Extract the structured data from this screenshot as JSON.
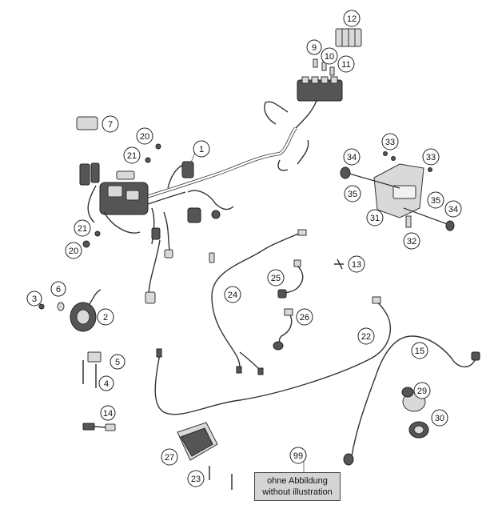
{
  "callouts": [
    {
      "id": "c12",
      "label": "12"
    },
    {
      "id": "c9",
      "label": "9"
    },
    {
      "id": "c10",
      "label": "10"
    },
    {
      "id": "c11",
      "label": "11"
    },
    {
      "id": "c7",
      "label": "7"
    },
    {
      "id": "c20a",
      "label": "20"
    },
    {
      "id": "c1",
      "label": "1"
    },
    {
      "id": "c21a",
      "label": "21"
    },
    {
      "id": "c33a",
      "label": "33"
    },
    {
      "id": "c34a",
      "label": "34"
    },
    {
      "id": "c33b",
      "label": "33"
    },
    {
      "id": "c35a",
      "label": "35"
    },
    {
      "id": "c35b",
      "label": "35"
    },
    {
      "id": "c34b",
      "label": "34"
    },
    {
      "id": "c31",
      "label": "31"
    },
    {
      "id": "c32",
      "label": "32"
    },
    {
      "id": "c21b",
      "label": "21"
    },
    {
      "id": "c20b",
      "label": "20"
    },
    {
      "id": "c13",
      "label": "13"
    },
    {
      "id": "c25",
      "label": "25"
    },
    {
      "id": "c24",
      "label": "24"
    },
    {
      "id": "c3",
      "label": "3"
    },
    {
      "id": "c6",
      "label": "6"
    },
    {
      "id": "c2",
      "label": "2"
    },
    {
      "id": "c26",
      "label": "26"
    },
    {
      "id": "c22",
      "label": "22"
    },
    {
      "id": "c15",
      "label": "15"
    },
    {
      "id": "c5",
      "label": "5"
    },
    {
      "id": "c4",
      "label": "4"
    },
    {
      "id": "c29",
      "label": "29"
    },
    {
      "id": "c14",
      "label": "14"
    },
    {
      "id": "c30",
      "label": "30"
    },
    {
      "id": "c27",
      "label": "27"
    },
    {
      "id": "c99",
      "label": "99"
    },
    {
      "id": "c23",
      "label": "23"
    }
  ],
  "note": {
    "line1": "ohne Abbildung",
    "line2": "without illustration"
  }
}
